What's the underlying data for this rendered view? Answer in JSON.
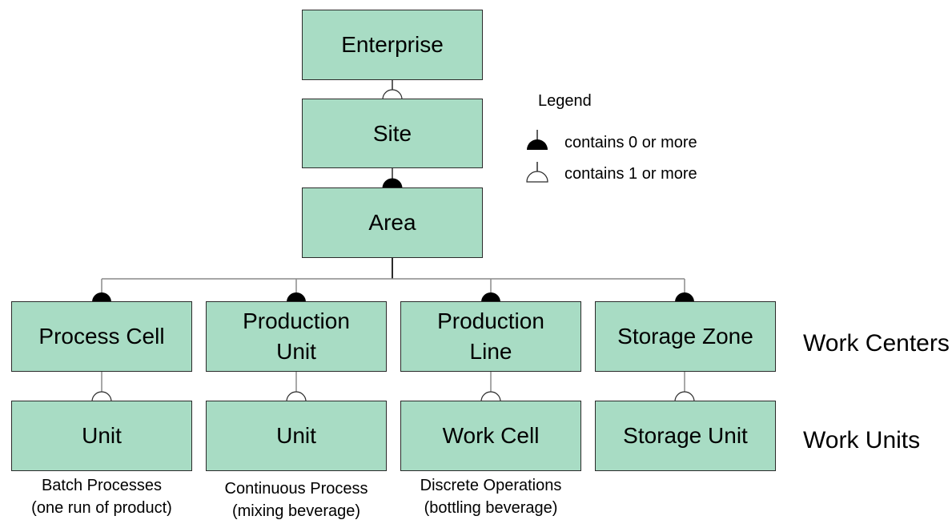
{
  "colors": {
    "box_fill": "#a8dcc4",
    "line": "#2b2b2b"
  },
  "nodes": {
    "enterprise": "Enterprise",
    "site": "Site",
    "area": "Area",
    "process_cell": "Process Cell",
    "production_unit": "Production\nUnit",
    "production_line": "Production\nLine",
    "storage_zone": "Storage Zone",
    "unit_batch": "Unit",
    "unit_continuous": "Unit",
    "work_cell": "Work Cell",
    "storage_unit": "Storage Unit"
  },
  "row_labels": {
    "work_centers": "Work Centers",
    "work_units": "Work Units"
  },
  "notes": {
    "batch": "Batch Processes\n(one run of product)",
    "continuous": "Continuous Process\n(mixing beverage)",
    "discrete": "Discrete Operations\n(bottling beverage)"
  },
  "legend": {
    "title": "Legend",
    "filled": "contains 0 or more",
    "hollow": "contains 1 or more"
  },
  "connections": [
    {
      "from": "enterprise",
      "to": "site",
      "symbol": "hollow-icon"
    },
    {
      "from": "site",
      "to": "area",
      "symbol": "filled-icon"
    },
    {
      "from": "area",
      "to": "process_cell",
      "symbol": "filled-icon"
    },
    {
      "from": "area",
      "to": "production_unit",
      "symbol": "filled-icon"
    },
    {
      "from": "area",
      "to": "production_line",
      "symbol": "filled-icon"
    },
    {
      "from": "area",
      "to": "storage_zone",
      "symbol": "filled-icon"
    },
    {
      "from": "process_cell",
      "to": "unit_batch",
      "symbol": "hollow-icon"
    },
    {
      "from": "production_unit",
      "to": "unit_continuous",
      "symbol": "hollow-icon"
    },
    {
      "from": "production_line",
      "to": "work_cell",
      "symbol": "hollow-icon"
    },
    {
      "from": "storage_zone",
      "to": "storage_unit",
      "symbol": "hollow-icon"
    }
  ]
}
